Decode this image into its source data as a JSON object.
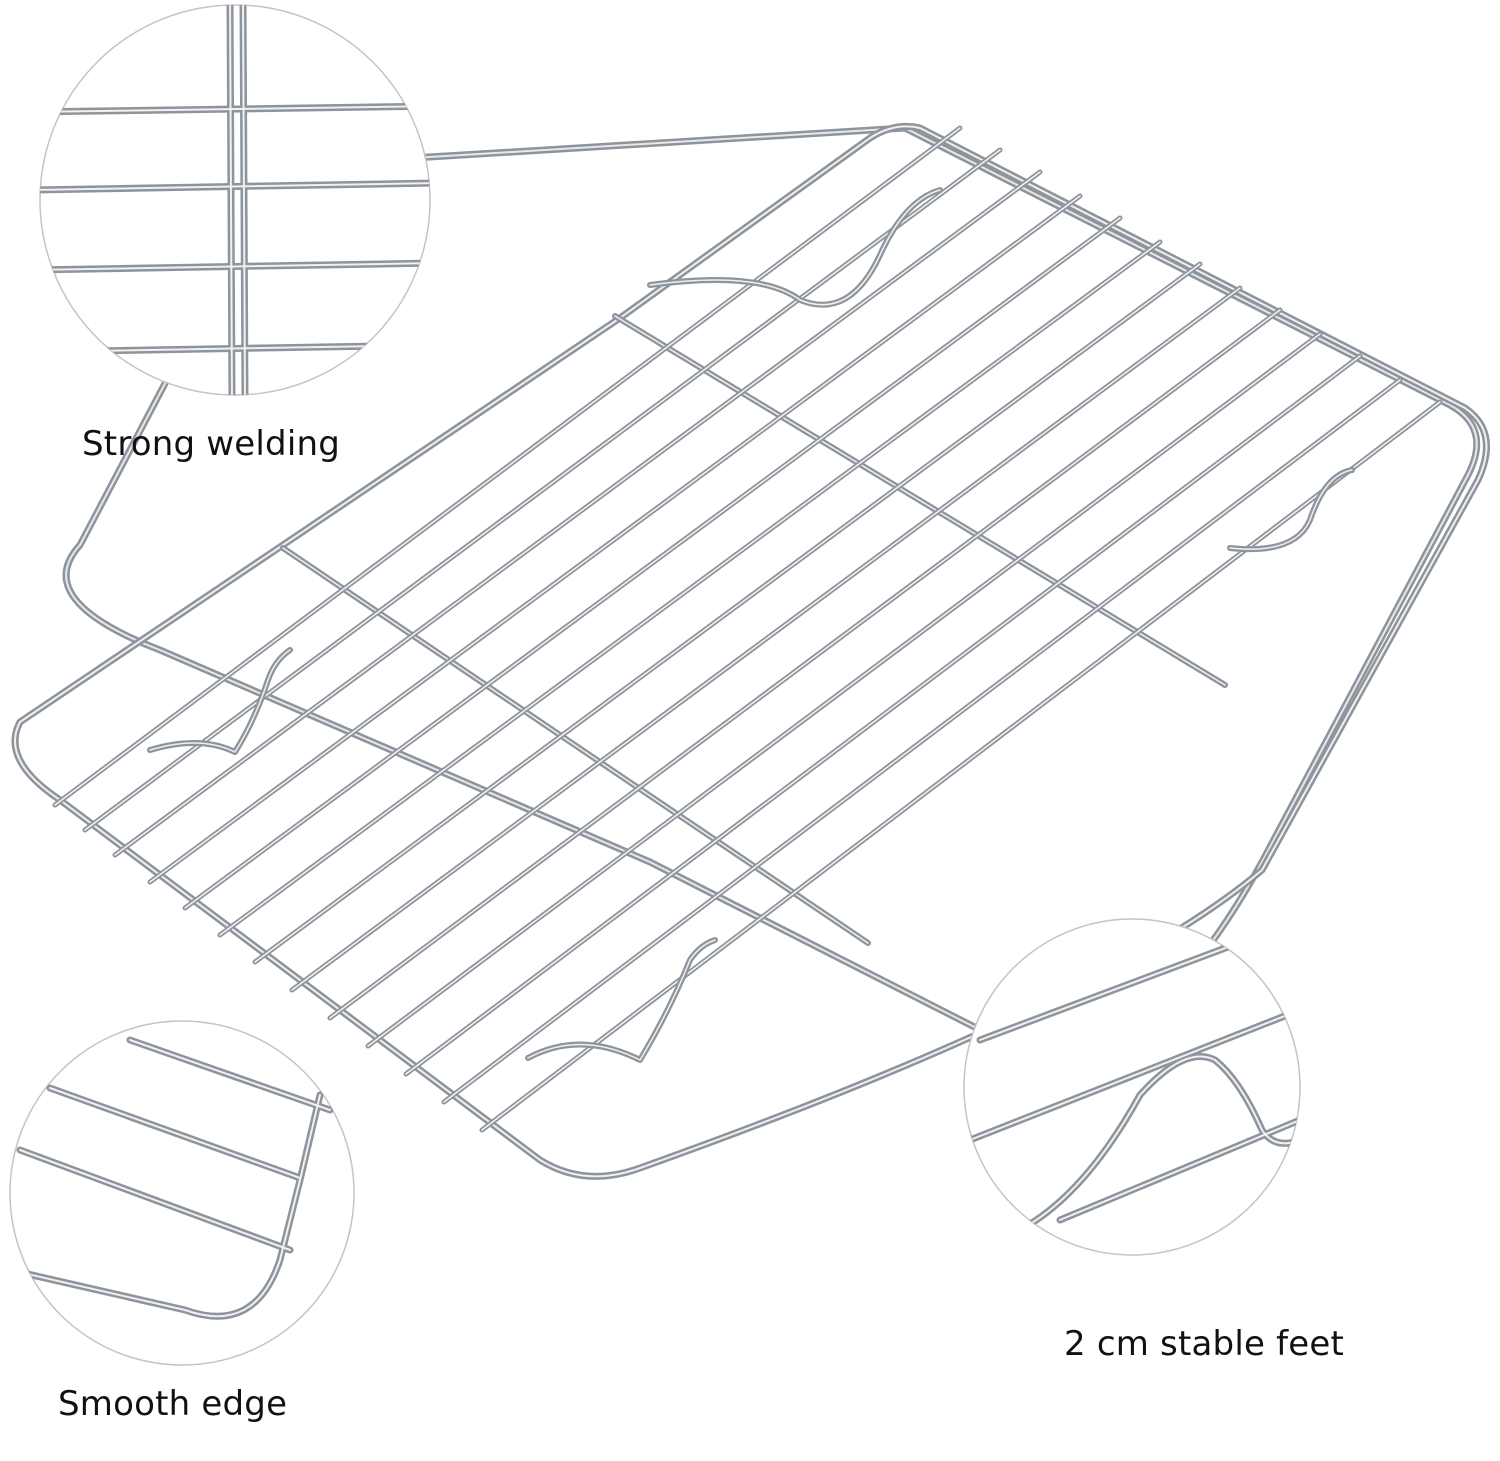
{
  "captions": {
    "strong_welding": "Strong welding",
    "smooth_edge": "Smooth edge",
    "stable_feet": "2 cm stable feet"
  },
  "colors": {
    "background": "#ffffff",
    "caption_text": "#111111",
    "wire_steel": "#8e949b",
    "wire_highlight": "#e6e8ea",
    "circle_outline": "#c4c4c4"
  }
}
